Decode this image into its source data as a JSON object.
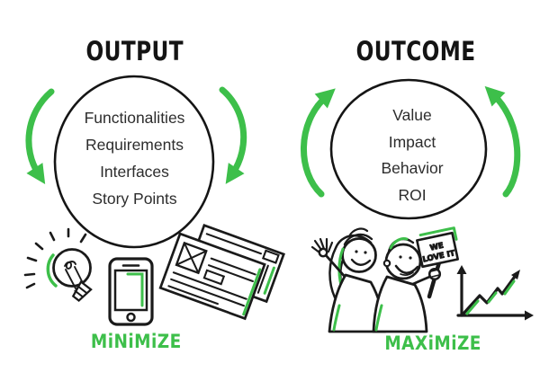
{
  "diagram": {
    "left": {
      "title": "OUTPUT",
      "items": [
        "Functionalities",
        "Requirements",
        "Interfaces",
        "Story Points"
      ],
      "action_label": "MiNiMiZE"
    },
    "right": {
      "title": "OUTCOME",
      "items": [
        "Value",
        "Impact",
        "Behavior",
        "ROI"
      ],
      "action_label": "MAXiMiZE"
    },
    "sign": {
      "line1": "WE",
      "line2": "LOVE IT"
    }
  },
  "colors": {
    "accent_green": "#3dbf4a",
    "ink": "#1a1a1a"
  },
  "icons": {
    "left_side": [
      "lightbulb-idea-icon",
      "smartphone-icon",
      "documents-wireframe-icon"
    ],
    "right_side": [
      "happy-users-illustration",
      "we-love-it-sign",
      "growth-chart-icon"
    ],
    "arrows": [
      "arrow-down-left",
      "arrow-down-right",
      "arrow-up-left",
      "arrow-up-right"
    ]
  }
}
